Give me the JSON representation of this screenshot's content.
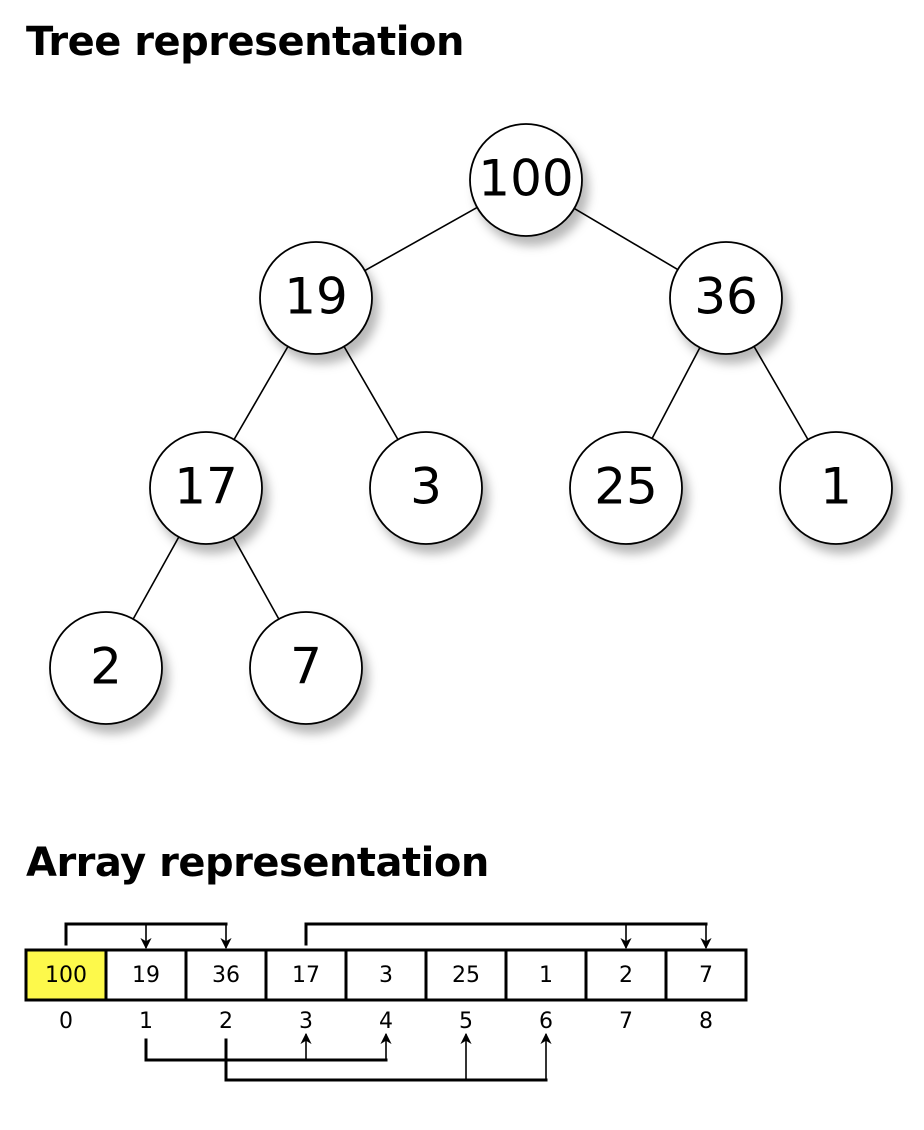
{
  "tree_title": "Tree representation",
  "array_title": "Array representation",
  "tree": {
    "nodes": [
      {
        "id": "n0",
        "label": "100"
      },
      {
        "id": "n1",
        "label": "19"
      },
      {
        "id": "n2",
        "label": "36"
      },
      {
        "id": "n3",
        "label": "17"
      },
      {
        "id": "n4",
        "label": "3"
      },
      {
        "id": "n5",
        "label": "25"
      },
      {
        "id": "n6",
        "label": "1"
      },
      {
        "id": "n7",
        "label": "2"
      },
      {
        "id": "n8",
        "label": "7"
      }
    ],
    "edges": [
      [
        "n0",
        "n1"
      ],
      [
        "n0",
        "n2"
      ],
      [
        "n1",
        "n3"
      ],
      [
        "n1",
        "n4"
      ],
      [
        "n2",
        "n5"
      ],
      [
        "n2",
        "n6"
      ],
      [
        "n3",
        "n7"
      ],
      [
        "n3",
        "n8"
      ]
    ]
  },
  "array": {
    "cells": [
      "100",
      "19",
      "36",
      "17",
      "3",
      "25",
      "1",
      "2",
      "7"
    ],
    "indices": [
      "0",
      "1",
      "2",
      "3",
      "4",
      "5",
      "6",
      "7",
      "8"
    ],
    "highlight_index": 0,
    "highlight_color": "#fdf94b"
  },
  "links": {
    "above": [
      {
        "parent": 0,
        "children": [
          1,
          2
        ]
      },
      {
        "parent": 3,
        "children": [
          7,
          8
        ]
      }
    ],
    "below": [
      {
        "parent": 1,
        "children": [
          3,
          4
        ]
      },
      {
        "parent": 2,
        "children": [
          5,
          6
        ]
      }
    ]
  }
}
